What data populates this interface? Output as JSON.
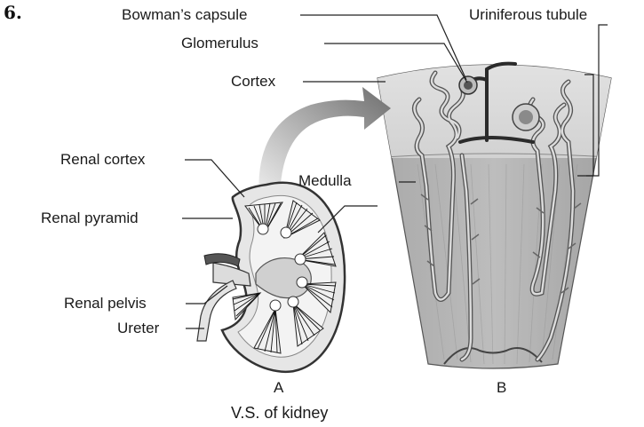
{
  "question_number": "6.",
  "labels": {
    "bowmans_capsule": "Bowman’s capsule",
    "glomerulus": "Glomerulus",
    "cortex": "Cortex",
    "uriniferous_tubule": "Uriniferous tubule",
    "renal_cortex": "Renal cortex",
    "medulla": "Medulla",
    "renal_pyramid": "Renal pyramid",
    "renal_pelvis": "Renal pelvis",
    "ureter": "Ureter"
  },
  "panel_labels": {
    "a": "A",
    "b": "B"
  },
  "caption": "V.S. of kidney"
}
